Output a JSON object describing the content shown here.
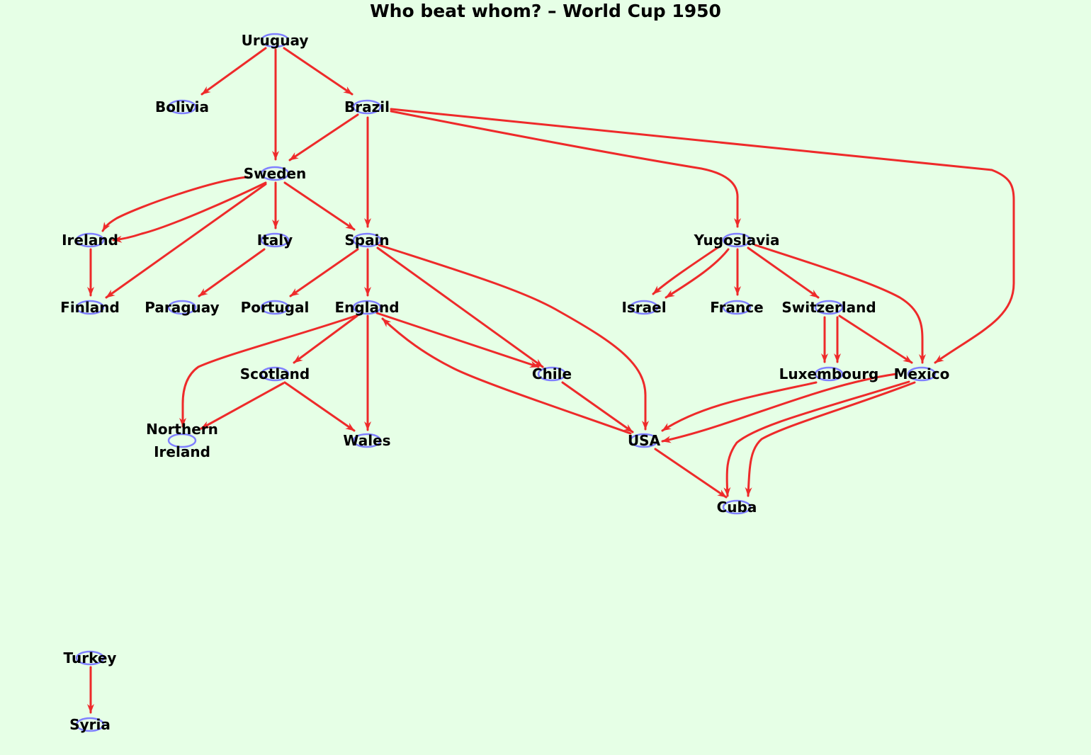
{
  "title": "Who beat whom? – World Cup 1950",
  "colors": {
    "background": "#e6ffe6",
    "edge": "#ee2a2a",
    "node_outline": "#8080ff",
    "text": "#000000"
  },
  "nodes": [
    {
      "id": "uruguay",
      "label": [
        "Uruguay"
      ]
    },
    {
      "id": "bolivia",
      "label": [
        "Bolivia"
      ]
    },
    {
      "id": "brazil",
      "label": [
        "Brazil"
      ]
    },
    {
      "id": "sweden",
      "label": [
        "Sweden"
      ]
    },
    {
      "id": "ireland",
      "label": [
        "Ireland"
      ]
    },
    {
      "id": "italy",
      "label": [
        "Italy"
      ]
    },
    {
      "id": "spain",
      "label": [
        "Spain"
      ]
    },
    {
      "id": "yugoslavia",
      "label": [
        "Yugoslavia"
      ]
    },
    {
      "id": "finland",
      "label": [
        "Finland"
      ]
    },
    {
      "id": "paraguay",
      "label": [
        "Paraguay"
      ]
    },
    {
      "id": "portugal",
      "label": [
        "Portugal"
      ]
    },
    {
      "id": "england",
      "label": [
        "England"
      ]
    },
    {
      "id": "israel",
      "label": [
        "Israel"
      ]
    },
    {
      "id": "france",
      "label": [
        "France"
      ]
    },
    {
      "id": "switzerland",
      "label": [
        "Switzerland"
      ]
    },
    {
      "id": "scotland",
      "label": [
        "Scotland"
      ]
    },
    {
      "id": "chile",
      "label": [
        "Chile"
      ]
    },
    {
      "id": "luxembourg",
      "label": [
        "Luxembourg"
      ]
    },
    {
      "id": "mexico",
      "label": [
        "Mexico"
      ]
    },
    {
      "id": "northern-ireland",
      "label": [
        "Northern",
        "Ireland"
      ]
    },
    {
      "id": "wales",
      "label": [
        "Wales"
      ]
    },
    {
      "id": "usa",
      "label": [
        "USA"
      ]
    },
    {
      "id": "cuba",
      "label": [
        "Cuba"
      ]
    },
    {
      "id": "turkey",
      "label": [
        "Turkey"
      ]
    },
    {
      "id": "syria",
      "label": [
        "Syria"
      ]
    }
  ],
  "edges": [
    {
      "from": "uruguay",
      "to": "bolivia"
    },
    {
      "from": "uruguay",
      "to": "sweden"
    },
    {
      "from": "uruguay",
      "to": "brazil"
    },
    {
      "from": "brazil",
      "to": "sweden"
    },
    {
      "from": "brazil",
      "to": "spain"
    },
    {
      "from": "brazil",
      "to": "yugoslavia"
    },
    {
      "from": "brazil",
      "to": "mexico"
    },
    {
      "from": "sweden",
      "to": "ireland"
    },
    {
      "from": "sweden",
      "to": "ireland"
    },
    {
      "from": "sweden",
      "to": "finland"
    },
    {
      "from": "sweden",
      "to": "italy"
    },
    {
      "from": "sweden",
      "to": "spain"
    },
    {
      "from": "ireland",
      "to": "finland"
    },
    {
      "from": "italy",
      "to": "paraguay"
    },
    {
      "from": "spain",
      "to": "portugal"
    },
    {
      "from": "spain",
      "to": "england"
    },
    {
      "from": "spain",
      "to": "chile"
    },
    {
      "from": "spain",
      "to": "usa"
    },
    {
      "from": "england",
      "to": "northern-ireland"
    },
    {
      "from": "england",
      "to": "scotland"
    },
    {
      "from": "england",
      "to": "wales"
    },
    {
      "from": "england",
      "to": "chile"
    },
    {
      "from": "usa",
      "to": "england"
    },
    {
      "from": "scotland",
      "to": "northern-ireland"
    },
    {
      "from": "scotland",
      "to": "wales"
    },
    {
      "from": "chile",
      "to": "usa"
    },
    {
      "from": "yugoslavia",
      "to": "israel"
    },
    {
      "from": "yugoslavia",
      "to": "israel"
    },
    {
      "from": "yugoslavia",
      "to": "france"
    },
    {
      "from": "yugoslavia",
      "to": "switzerland"
    },
    {
      "from": "yugoslavia",
      "to": "mexico"
    },
    {
      "from": "switzerland",
      "to": "luxembourg"
    },
    {
      "from": "switzerland",
      "to": "luxembourg"
    },
    {
      "from": "switzerland",
      "to": "mexico"
    },
    {
      "from": "luxembourg",
      "to": "usa"
    },
    {
      "from": "mexico",
      "to": "usa"
    },
    {
      "from": "mexico",
      "to": "cuba"
    },
    {
      "from": "mexico",
      "to": "cuba"
    },
    {
      "from": "usa",
      "to": "cuba"
    },
    {
      "from": "turkey",
      "to": "syria"
    }
  ]
}
